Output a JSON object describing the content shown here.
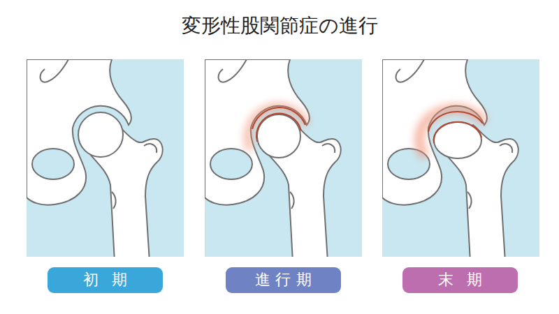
{
  "diagram": {
    "title": "変形性股関節症の進行",
    "nodes": [
      {
        "text": [
          "初期"
        ]
      },
      {
        "text": [
          "進行期"
        ]
      },
      {
        "text": [
          "末期"
        ]
      }
    ]
  }
}
